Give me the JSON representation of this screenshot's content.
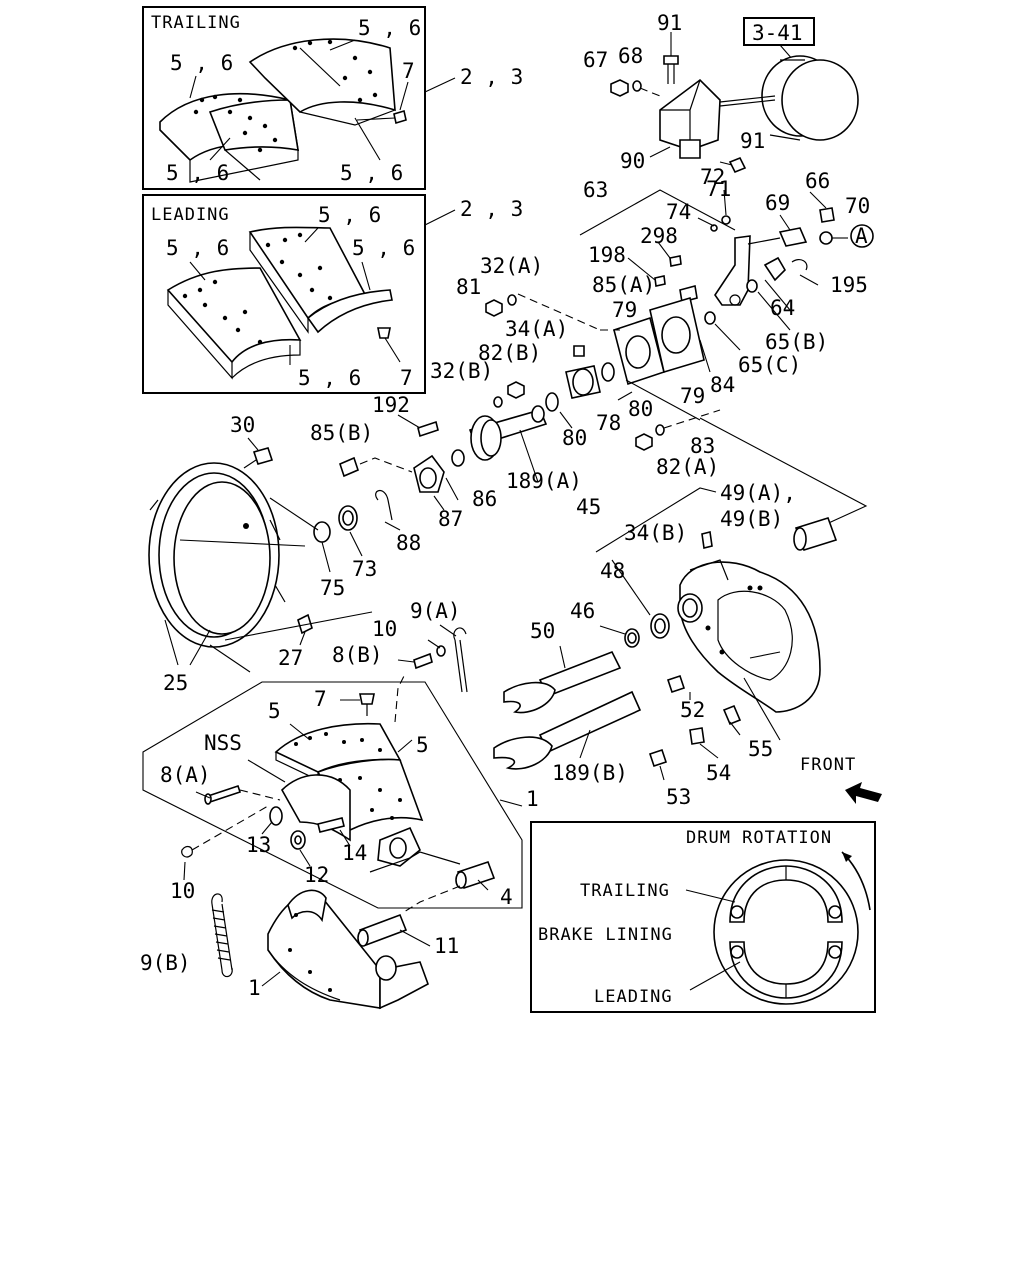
{
  "labels": {
    "trailing_box_title": "TRAILING",
    "leading_box_title": "LEADING",
    "ref_3_41": "3-41",
    "l_5_6": "5 , 6",
    "l_7": "7",
    "l_2_3": "2 , 3",
    "l_91": "91",
    "l_67": "67",
    "l_68": "68",
    "l_90": "90",
    "l_72": "72",
    "l_71": "71",
    "l_66": "66",
    "l_70": "70",
    "l_69": "69",
    "l_63": "63",
    "l_74": "74",
    "l_298": "298",
    "l_198": "198",
    "l_A": "A",
    "l_195": "195",
    "l_81": "81",
    "l_32a": "32(A)",
    "l_85a": "85(A)",
    "l_64": "64",
    "l_79": "79",
    "l_65b": "65(B)",
    "l_34a": "34(A)",
    "l_65c": "65(C)",
    "l_82b": "82(B)",
    "l_84": "84",
    "l_32b": "32(B)",
    "l_192": "192",
    "l_80": "80",
    "l_78": "78",
    "l_83": "83",
    "l_82a": "82(A)",
    "l_30": "30",
    "l_85b": "85(B)",
    "l_189a": "189(A)",
    "l_86": "86",
    "l_87": "87",
    "l_88": "88",
    "l_45": "45",
    "l_49": "49(A),",
    "l_49b": "49(B)",
    "l_34b": "34(B)",
    "l_75": "75",
    "l_73": "73",
    "l_48": "48",
    "l_9a": "9(A)",
    "l_46": "46",
    "l_50": "50",
    "l_10": "10",
    "l_8b": "8(B)",
    "l_27": "27",
    "l_25": "25",
    "l_52": "52",
    "l_5": "5",
    "l_nss": "NSS",
    "l_55": "55",
    "l_8a": "8(A)",
    "l_189b": "189(B)",
    "l_54": "54",
    "l_front": "FRONT",
    "l_53": "53",
    "l_1": "1",
    "l_13": "13",
    "l_14": "14",
    "l_12": "12",
    "l_4": "4",
    "l_9b": "9(B)",
    "l_11": "11"
  },
  "legend": {
    "title": "DRUM ROTATION",
    "trailing": "TRAILING",
    "brake_lining": "BRAKE LINING",
    "leading": "LEADING"
  }
}
